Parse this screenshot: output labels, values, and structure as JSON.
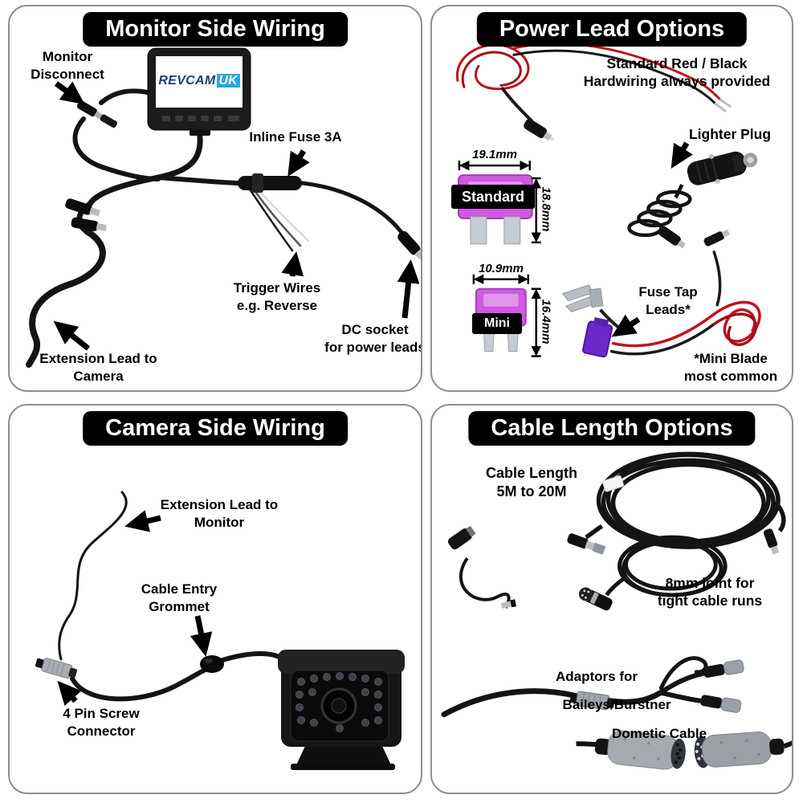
{
  "colors": {
    "brand_blue": "#2aa6de",
    "fuse_magenta": "#cf5ae0",
    "label_black": "#000000"
  },
  "panels": {
    "monitor_side": {
      "title": "Monitor Side Wiring",
      "logo": {
        "part1": "REVCAM",
        "part2": "UK"
      },
      "labels": {
        "monitor_disconnect": "Monitor\nDisconnect",
        "inline_fuse": "Inline Fuse 3A",
        "trigger_wires": "Trigger Wires\ne.g. Reverse",
        "dc_socket": "DC socket\nfor power leads",
        "extension_lead": "Extension Lead to\nCamera"
      }
    },
    "power_leads": {
      "title": "Power Lead Options",
      "labels": {
        "hardwiring": "Standard Red / Black\nHardwiring always provided",
        "lighter_plug": "Lighter Plug",
        "fuse_tap": "Fuse Tap\nLeads*",
        "mini_blade_note": "*Mini Blade\nmost common"
      },
      "fuses": {
        "standard": {
          "name": "Standard",
          "width": "19.1mm",
          "height": "18.8mm"
        },
        "mini": {
          "name": "Mini",
          "width": "10.9mm",
          "height": "16.4mm"
        }
      }
    },
    "camera_side": {
      "title": "Camera Side Wiring",
      "labels": {
        "extension_lead": "Extension Lead to\nMonitor",
        "grommet": "Cable Entry\nGrommet",
        "connector": "4 Pin Screw\nConnector"
      }
    },
    "cable_length": {
      "title": "Cable Length Options",
      "labels": {
        "length": "Cable Length\n5M to 20M",
        "joint": "8mm joint for\ntight cable runs",
        "adaptors_1": "Adaptors for",
        "adaptors_2": "Baileys/Burstner",
        "adaptors_3": "Dometic Cable"
      }
    }
  }
}
